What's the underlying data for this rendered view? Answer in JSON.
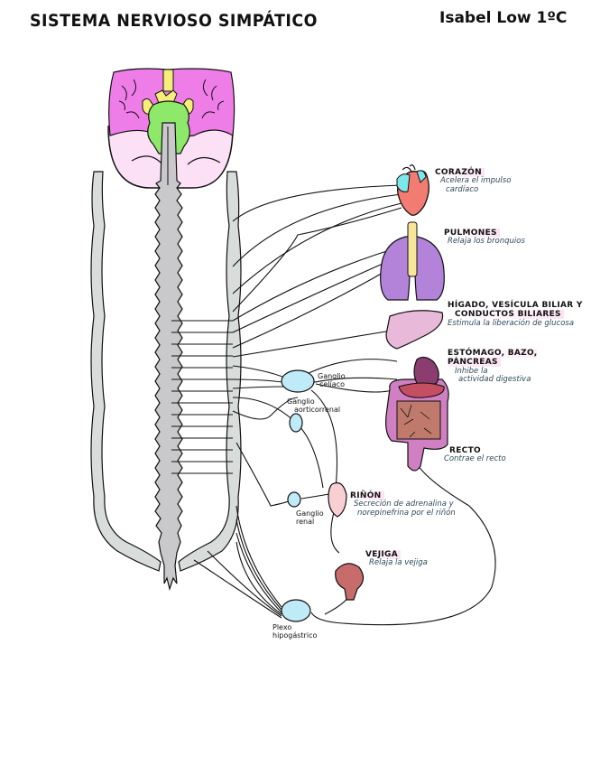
{
  "header": {
    "title": "SISTEMA NERVIOSO SIMPÁTICO",
    "author": "Isabel Low 1ºC"
  },
  "organs": [
    {
      "id": "heart",
      "name": "CORAZÓN",
      "effect_line1": "Acelera el impulso",
      "effect_line2": "cardíaco"
    },
    {
      "id": "lungs",
      "name": "PULMONES",
      "effect_line1": "Relaja los bronquios",
      "effect_line2": ""
    },
    {
      "id": "liver",
      "name_line1": "HÍGADO, VESÍCULA BILIAR Y",
      "name_line2": "CONDUCTOS BILIARES",
      "effect_line1": "Estimula la liberación de glucosa"
    },
    {
      "id": "stomach",
      "name": "ESTÓMAGO, BAZO, PÁNCREAS",
      "effect_line1": "Inhibe la",
      "effect_line2": "actividad digestiva"
    },
    {
      "id": "rectum",
      "name": "RECTO",
      "effect_line1": "Contrae el recto"
    },
    {
      "id": "kidney",
      "name": "RIÑÓN",
      "effect_line1": "Secreción de adrenalina y",
      "effect_line2": "norepinefrina por el riñón"
    },
    {
      "id": "bladder",
      "name": "VEJIGA",
      "effect_line1": "Relaja la vejiga"
    }
  ],
  "ganglia": [
    {
      "id": "celiac",
      "line1": "Ganglio",
      "line2": "celíaco"
    },
    {
      "id": "aorticorenal",
      "line1": "Ganglio",
      "line2": "aorticorrenal"
    },
    {
      "id": "renal",
      "line1": "Ganglio",
      "line2": "renal"
    },
    {
      "id": "hypogastric",
      "line1": "Plexo",
      "line2": "hipogástrico"
    }
  ],
  "colors": {
    "brain_cortex": "#ef7de8",
    "cerebellum": "#fbe0f6",
    "brainstem": "#8ee86a",
    "cranial_nerves": "#f5ef7a",
    "spinal_cord": "#c9c9cc",
    "sympathetic_chain": "#d8dcdb",
    "ganglion": "#bfeaf7",
    "heart": "#f27b72",
    "heart_vessels": "#7ee7ea",
    "lungs": "#b383d9",
    "trachea": "#f7e59a",
    "liver": "#e8b9d9",
    "stomach": "#8c3d6f",
    "pancreas": "#c44f63",
    "intestine_large": "#cf7fc2",
    "intestine_small": "#c07a6c",
    "kidney": "#f9cfd3",
    "bladder": "#c86b6b",
    "label_highlight": "#fbe3f3",
    "effect_text": "#2e4a5c"
  }
}
